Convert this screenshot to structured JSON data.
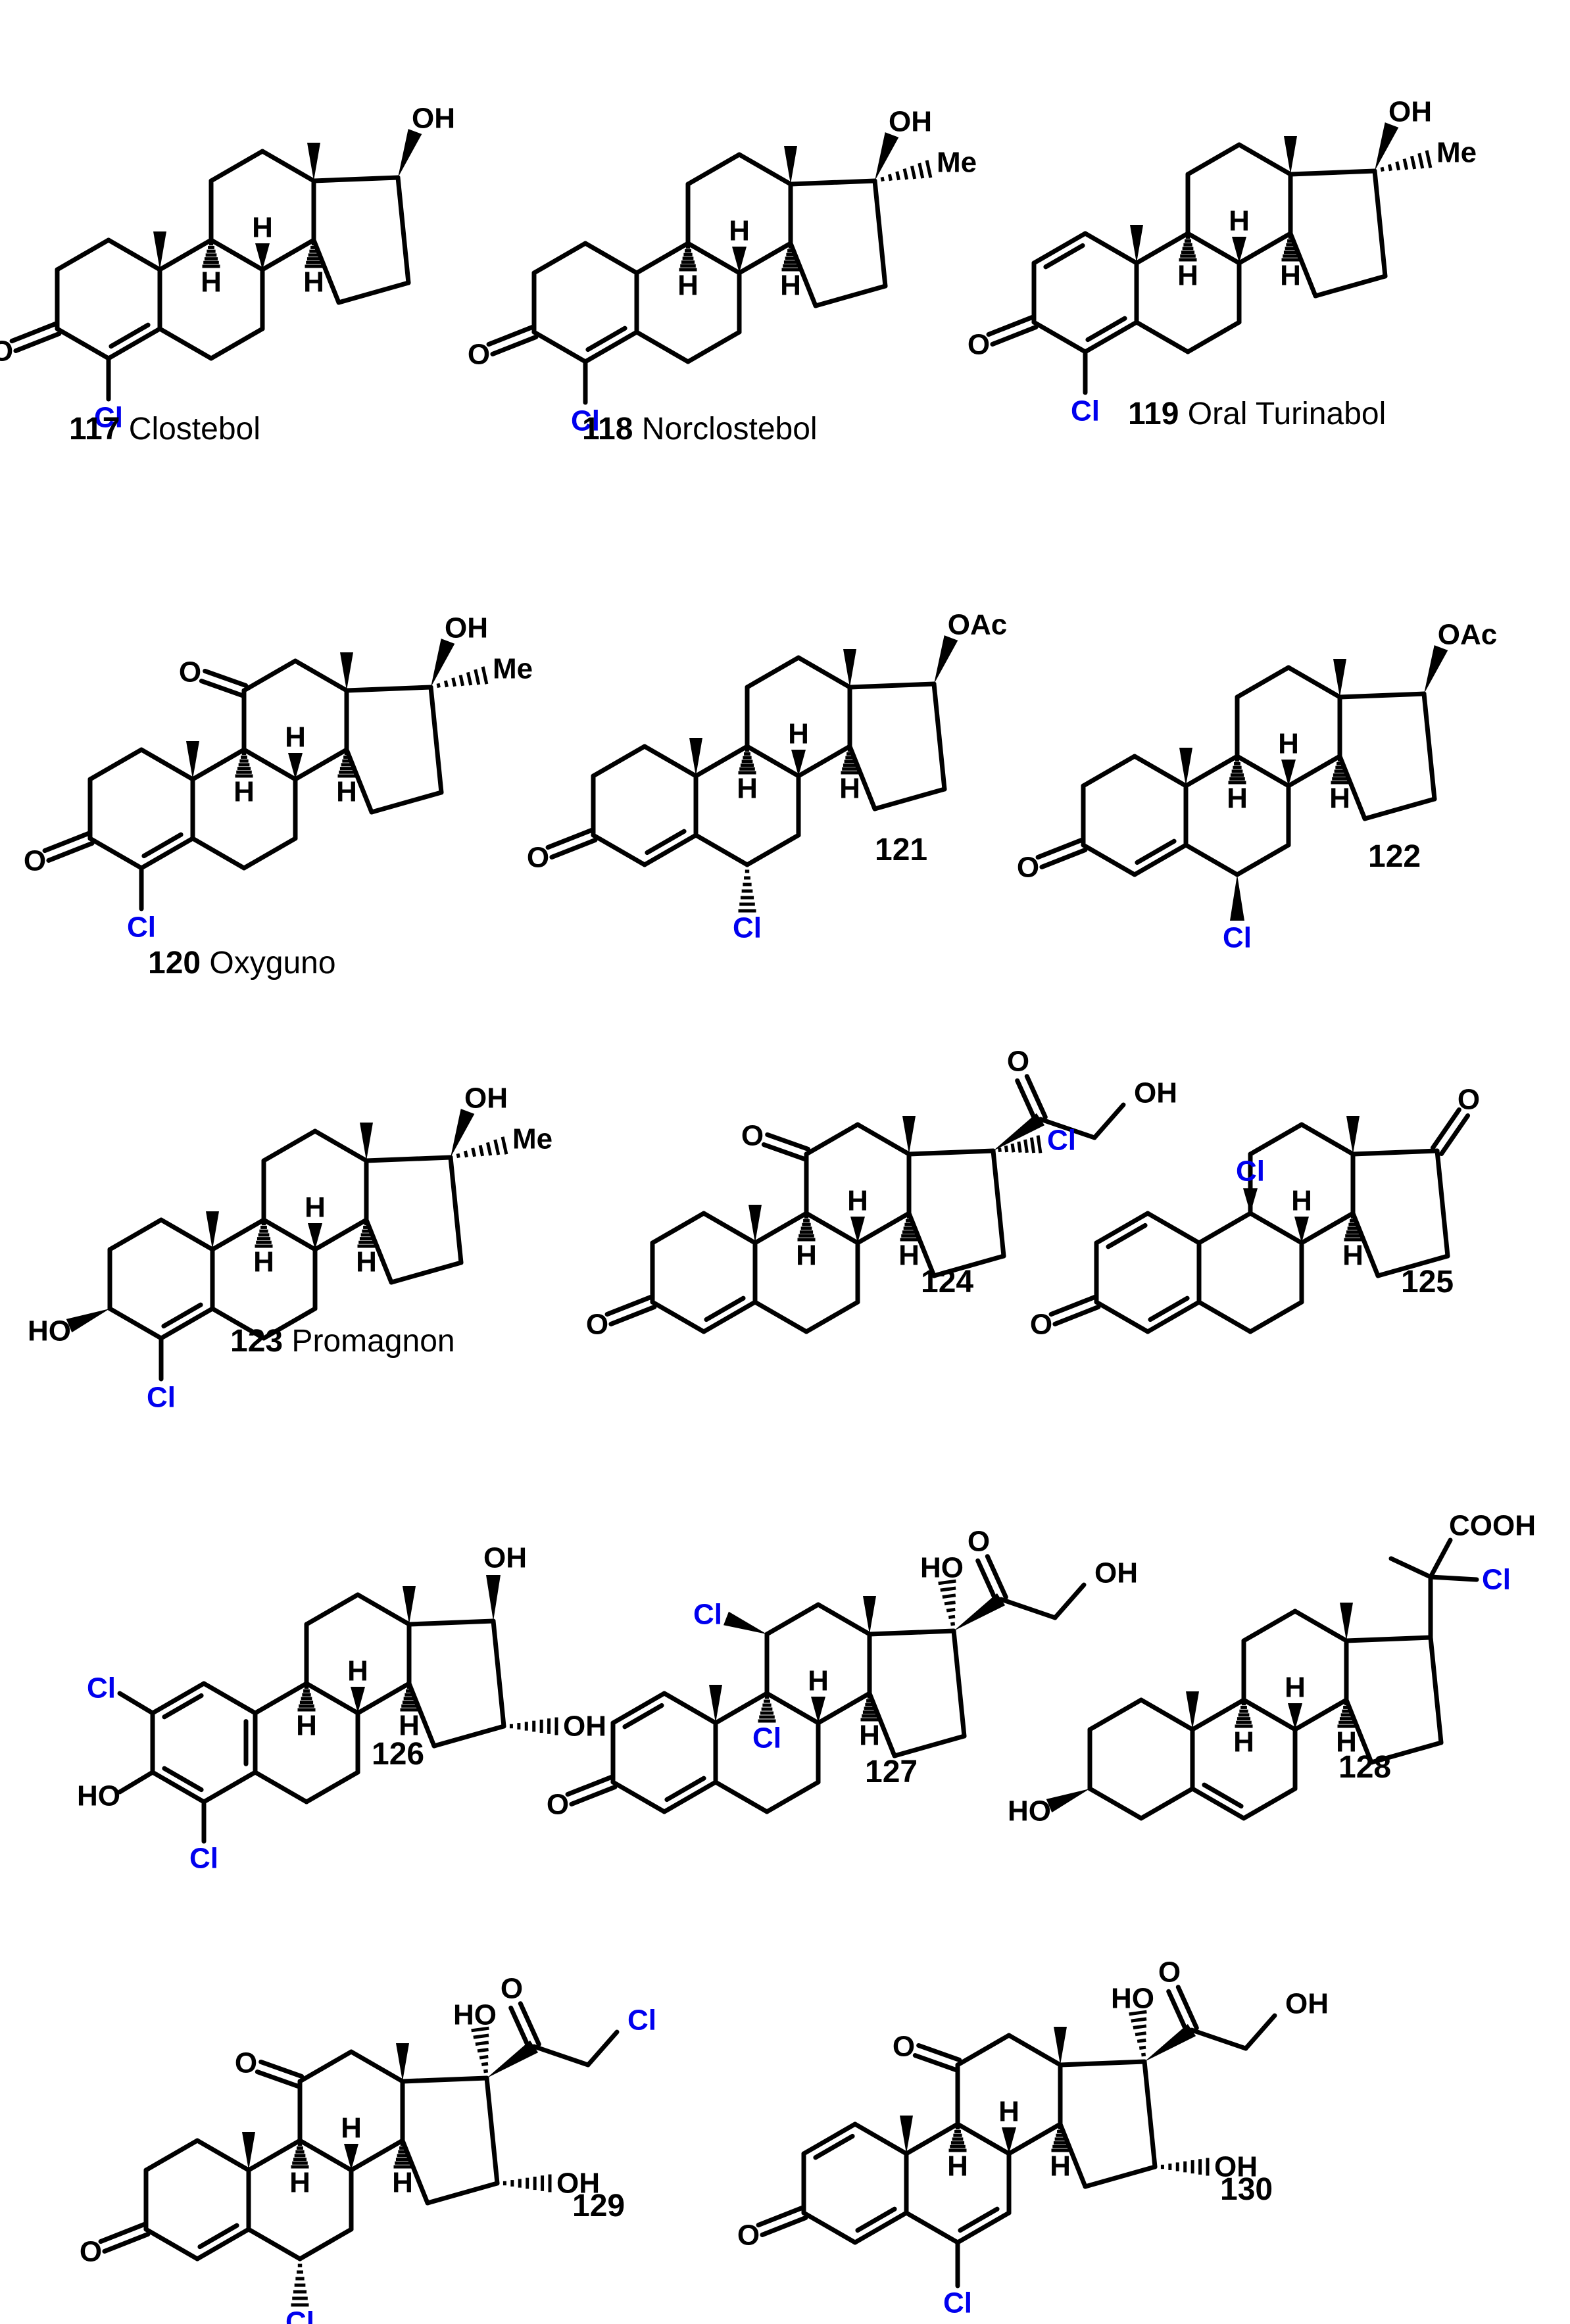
{
  "atoms": {
    "oh": "OH",
    "ho": "HO",
    "o": "O",
    "h": "H",
    "cl": "Cl",
    "me": "Me",
    "oac": "OAc",
    "cooh": "COOH"
  },
  "colors": {
    "halogen": "#0000ee",
    "ink": "#000000"
  },
  "compounds": [
    {
      "number": "117",
      "name": "Clostebol"
    },
    {
      "number": "118",
      "name": "Norclostebol"
    },
    {
      "number": "119",
      "name": "Oral Turinabol"
    },
    {
      "number": "120",
      "name": "Oxyguno"
    },
    {
      "number": "121",
      "name": ""
    },
    {
      "number": "122",
      "name": ""
    },
    {
      "number": "123",
      "name": "Promagnon"
    },
    {
      "number": "124",
      "name": ""
    },
    {
      "number": "125",
      "name": ""
    },
    {
      "number": "126",
      "name": ""
    },
    {
      "number": "127",
      "name": ""
    },
    {
      "number": "128",
      "name": ""
    },
    {
      "number": "129",
      "name": ""
    },
    {
      "number": "130",
      "name": ""
    }
  ]
}
